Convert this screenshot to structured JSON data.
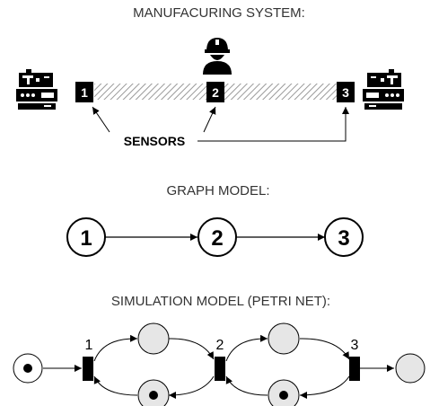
{
  "manufacturing": {
    "title": "MANUFACURING SYSTEM:",
    "sensor_labels": [
      "1",
      "2",
      "3"
    ],
    "sensors_label": "SENSORS",
    "icons": [
      "cnc-machine-icon",
      "worker-icon",
      "cnc-machine-icon"
    ]
  },
  "graph": {
    "title": "GRAPH MODEL:",
    "nodes": [
      "1",
      "2",
      "3"
    ]
  },
  "petri": {
    "title": "SIMULATION MODEL (PETRI NET):",
    "transition_labels": [
      "1",
      "2",
      "3"
    ],
    "places": [
      {
        "name": "start",
        "tokens": 1
      },
      {
        "name": "upper-1",
        "tokens": 0
      },
      {
        "name": "lower-1",
        "tokens": 1
      },
      {
        "name": "upper-2",
        "tokens": 0
      },
      {
        "name": "lower-2",
        "tokens": 1
      },
      {
        "name": "end",
        "tokens": 0
      }
    ]
  },
  "colors": {
    "ink": "#000000",
    "text": "#333333",
    "place_fill": "#e6e6e6",
    "belt_hatch": "#9a9a9a"
  }
}
